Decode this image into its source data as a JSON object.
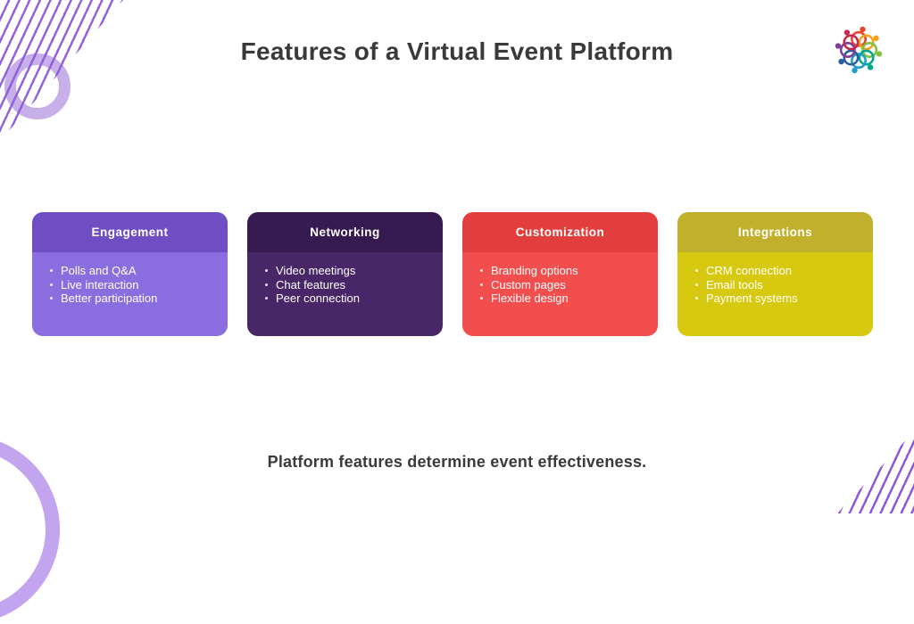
{
  "slide": {
    "title": "Features of a Virtual Event Platform",
    "caption": "Platform features determine event effectiveness."
  },
  "cards": [
    {
      "label": "Engagement",
      "header_color": "#6f4ec3",
      "body_color": "#8a6edf",
      "items": [
        "Polls and Q&A",
        "Live interaction",
        "Better participation"
      ]
    },
    {
      "label": "Networking",
      "header_color": "#371a50",
      "body_color": "#482668",
      "items": [
        "Video meetings",
        "Chat features",
        "Peer connection"
      ]
    },
    {
      "label": "Customization",
      "header_color": "#e23e3e",
      "body_color": "#f24e4e",
      "items": [
        "Branding options",
        "Custom pages",
        "Flexible design"
      ]
    },
    {
      "label": "Integrations",
      "header_color": "#c1b02b",
      "body_color": "#d7c90f",
      "items": [
        "CRM connection",
        "Email tools",
        "Payment systems"
      ]
    }
  ],
  "logo": {
    "name": "connected-people-ring",
    "colors": [
      "#e9452c",
      "#f7a11b",
      "#7fc241",
      "#00a98c",
      "#1b9ec9",
      "#2b5d9f",
      "#7d3f98",
      "#c22a52"
    ]
  },
  "decor": {
    "diagonal_line_color": "#7a3bd6",
    "ring_color": "#c2a4ef",
    "small_ring_color": "#8f5fd6"
  }
}
